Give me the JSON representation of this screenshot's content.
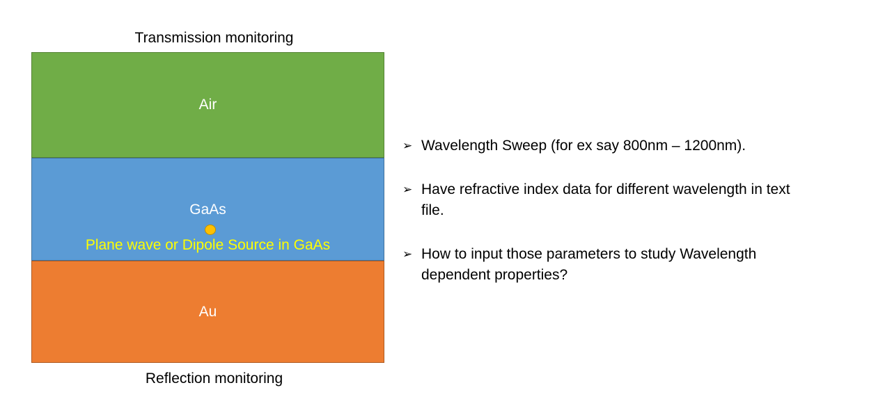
{
  "diagram": {
    "top_label": "Transmission monitoring",
    "bottom_label": "Reflection monitoring",
    "layers": [
      {
        "name": "Air",
        "fill": "#70AD47",
        "border": "#548235"
      },
      {
        "name": "GaAs",
        "fill": "#5B9BD5",
        "border": "#41719C"
      },
      {
        "name": "Au",
        "fill": "#ED7D31",
        "border": "#AE5A21"
      }
    ],
    "source": {
      "label": "Plane wave or Dipole Source in GaAs",
      "label_color": "#FFFF00",
      "dot_color": "#FFC000",
      "dot_border": "#BF9000"
    }
  },
  "bullets": {
    "marker": "➢",
    "color": "#000000",
    "items": [
      {
        "lines": [
          "Wavelength Sweep (for ex say 800nm – 1200nm)."
        ]
      },
      {
        "lines": [
          "Have refractive index data for different wavelength in text",
          "file."
        ]
      },
      {
        "lines": [
          "How to input those parameters to study Wavelength",
          "dependent properties?"
        ]
      }
    ]
  }
}
